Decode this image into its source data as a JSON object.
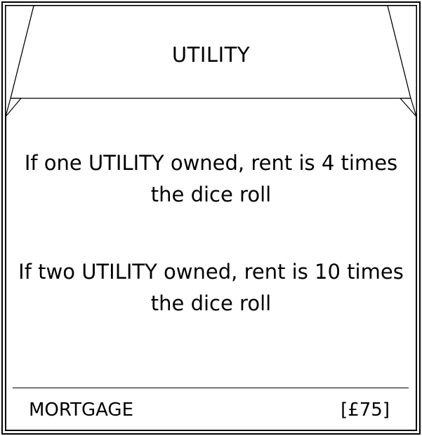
{
  "card": {
    "title": "UTILITY",
    "rules": [
      {
        "line1": "If one UTILITY owned, rent is 4 times",
        "line2": "the dice roll"
      },
      {
        "line1": "If two UTILITY owned, rent is 10 times",
        "line2": "the dice roll"
      }
    ],
    "footer": {
      "label": "MORTGAGE",
      "value": "[£75]"
    }
  }
}
